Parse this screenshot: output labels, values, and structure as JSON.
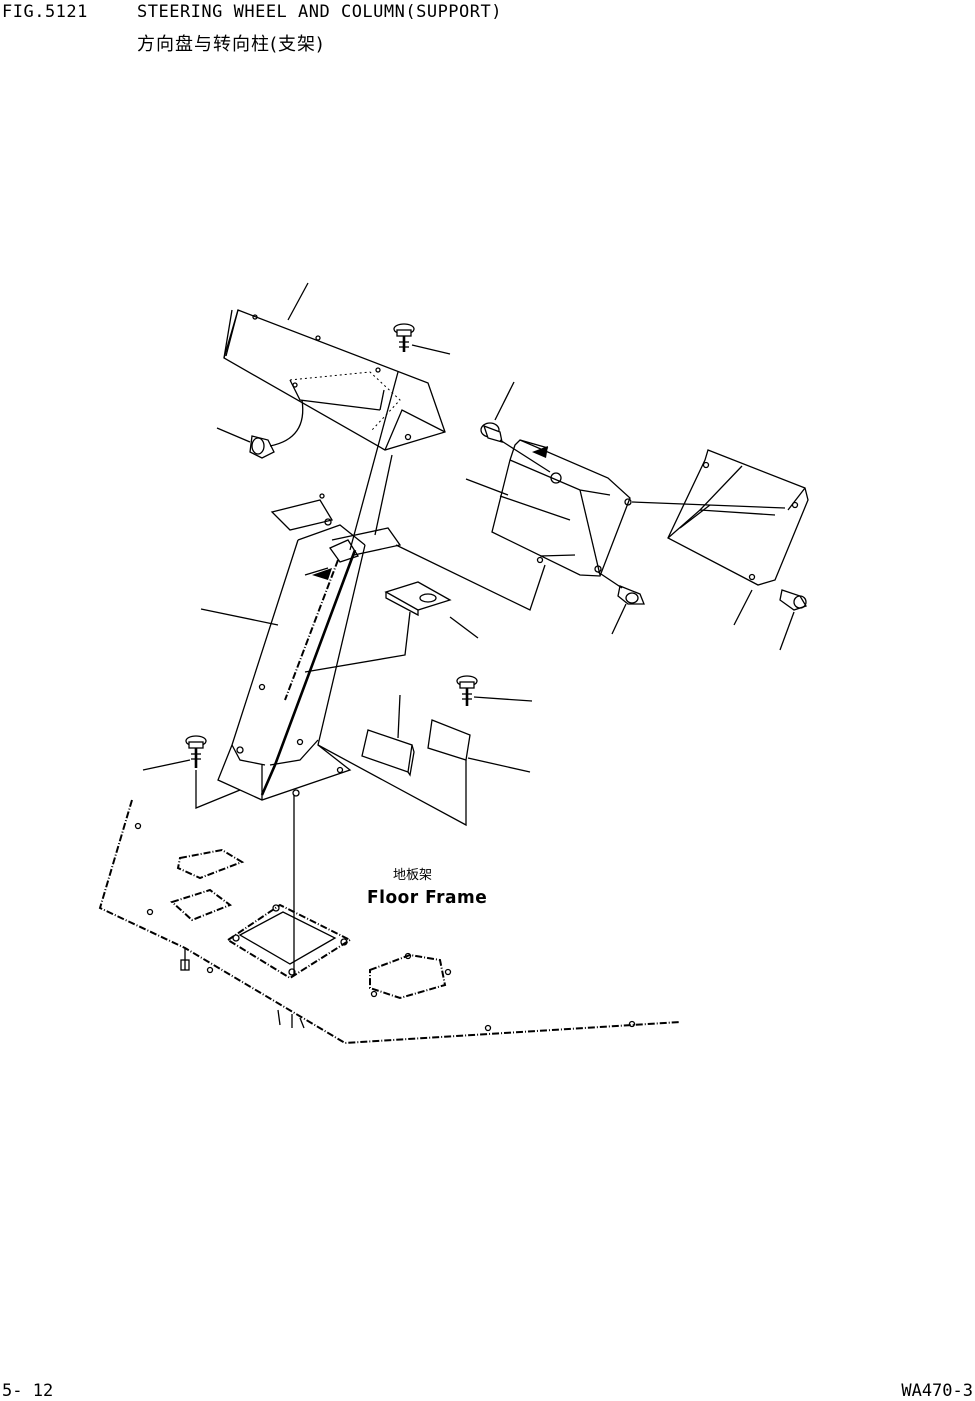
{
  "header": {
    "fig_number": "FIG.5121",
    "title_en": "STEERING WHEEL AND COLUMN(SUPPORT)",
    "title_zh": "方向盘与转向柱(支架)"
  },
  "labels": {
    "floor_frame_zh": "地板架",
    "floor_frame_en": "Floor Frame"
  },
  "footer": {
    "page_number": "5- 12",
    "model": "WA470-3"
  }
}
